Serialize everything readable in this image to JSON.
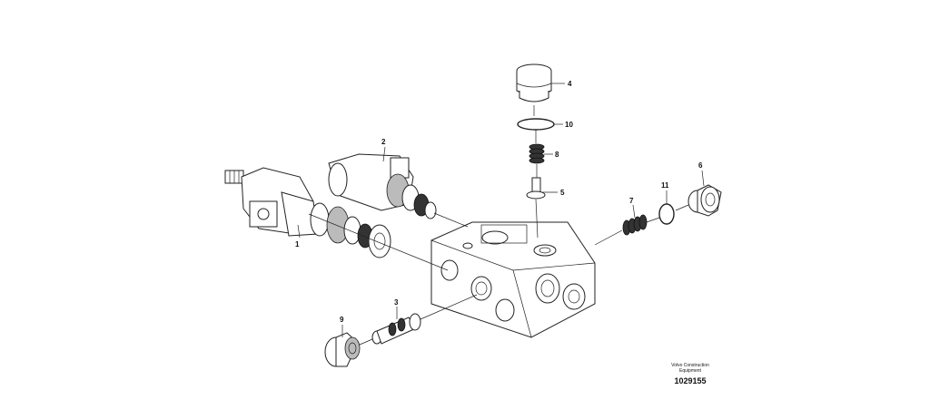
{
  "diagram": {
    "callouts": [
      "1",
      "2",
      "3",
      "4",
      "5",
      "6",
      "7",
      "8",
      "9",
      "10",
      "11"
    ],
    "credit": {
      "org_line1": "Volvo Construction",
      "org_line2": "Equipment",
      "drawing_number": "1029155"
    }
  }
}
